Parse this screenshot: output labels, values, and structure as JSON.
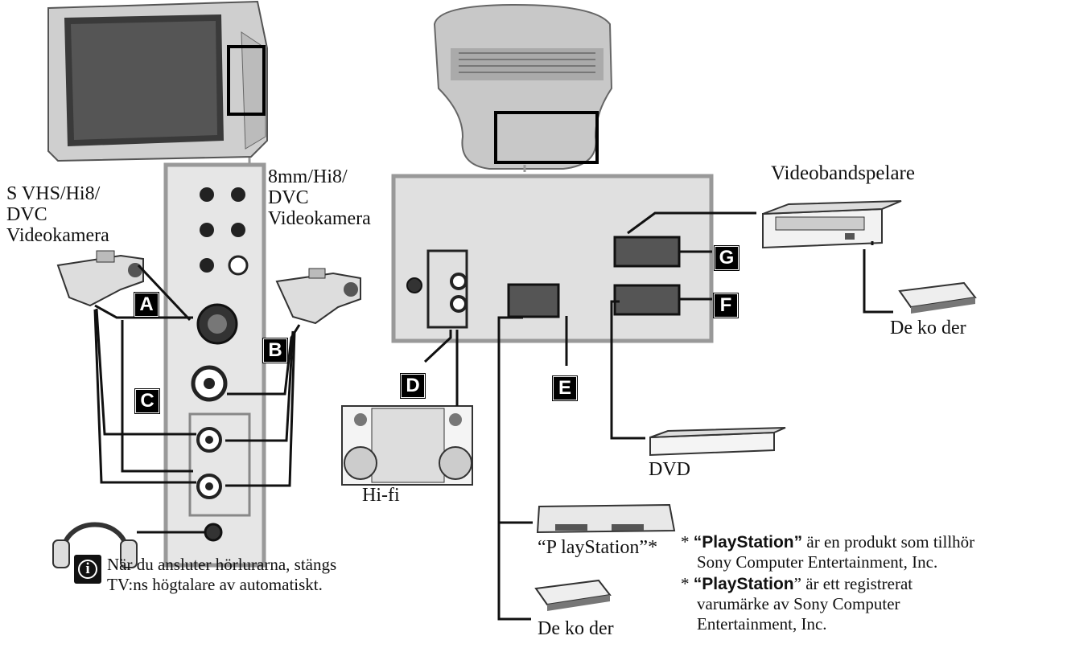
{
  "labels": {
    "left_camera": [
      "S VHS/Hi8/",
      "DVC",
      "Videokamera"
    ],
    "right_camera": [
      "8mm/Hi8/",
      "DVC",
      "Videokamera"
    ],
    "vcr": "Videobandspelare",
    "decoder_top": "De ko der",
    "dvd": "DVD",
    "hifi": "Hi-fi",
    "playstation": "“P layStation”*",
    "decoder_bottom": "De ko der"
  },
  "letters": {
    "a": "A",
    "b": "B",
    "c": "C",
    "d": "D",
    "e": "E",
    "f": "F",
    "g": "G"
  },
  "info": {
    "icon": "info-icon",
    "glyph": "i",
    "lines": [
      "När du ansluter hörlurarna, stängs",
      "TV:ns högtalare av automatiskt."
    ]
  },
  "footnotes": [
    {
      "star": "* ",
      "brand": "“PlayStation”",
      "lines": [
        " är en produkt som tillhör",
        "Sony Computer Entertainment, Inc."
      ]
    },
    {
      "star": "* ",
      "brand": "“PlayStation",
      "lines": [
        "” är ett registrerat",
        "varumärke av Sony Computer",
        "Entertainment, Inc."
      ]
    }
  ]
}
